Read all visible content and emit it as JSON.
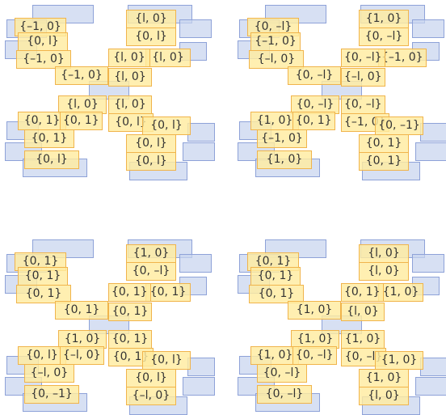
{
  "colors": {
    "yellow_fill": "#fff0b0",
    "yellow_border": "#f0b44c",
    "blue_fill": "#c8d4ee",
    "blue_border": "#8ea2d8",
    "text": "#333333"
  },
  "panels": [
    {
      "labels": [
        {
          "text": "{–1, 0}",
          "color": "yellow"
        },
        {
          "text": "{0, l}",
          "color": "yellow"
        },
        {
          "text": "{–1, 0}",
          "color": "yellow"
        },
        {
          "text": "{l, 0}",
          "color": "yellow"
        },
        {
          "text": "{0, l}",
          "color": "yellow"
        },
        {
          "text": "{l, 0}",
          "color": "yellow"
        },
        {
          "text": "{–1, 0}",
          "color": "yellow"
        },
        {
          "text": "{l, 0}",
          "color": "yellow"
        },
        {
          "text": "{l, 0}",
          "color": "yellow"
        },
        {
          "text": "{l, 0}",
          "color": "yellow"
        },
        {
          "text": "{l, 0}",
          "color": "yellow"
        },
        {
          "text": "{0, l}",
          "color": "yellow"
        },
        {
          "text": "{0, 1}",
          "color": "yellow"
        },
        {
          "text": "{0, 1}",
          "color": "yellow"
        },
        {
          "text": "{0, 1}",
          "color": "yellow"
        },
        {
          "text": "{0, l}",
          "color": "yellow"
        },
        {
          "text": "{0, l}",
          "color": "yellow"
        },
        {
          "text": "{0, l}",
          "color": "yellow"
        },
        {
          "text": "{0, l}",
          "color": "yellow"
        }
      ]
    },
    {
      "labels": [
        {
          "text": "{0, –l}",
          "color": "yellow"
        },
        {
          "text": "{–1, 0}",
          "color": "yellow"
        },
        {
          "text": "{–l, 0}",
          "color": "yellow"
        },
        {
          "text": "{1, 0}",
          "color": "yellow"
        },
        {
          "text": "{0, –l}",
          "color": "yellow"
        },
        {
          "text": "{–1, 0}",
          "color": "yellow"
        },
        {
          "text": "{0, –l}",
          "color": "yellow"
        },
        {
          "text": "{0, –l}",
          "color": "yellow"
        },
        {
          "text": "{–l, 0}",
          "color": "yellow"
        },
        {
          "text": "{0, –l}",
          "color": "yellow"
        },
        {
          "text": "{0, –l}",
          "color": "yellow"
        },
        {
          "text": "{–1, 0}",
          "color": "yellow"
        },
        {
          "text": "{1, 0}",
          "color": "yellow"
        },
        {
          "text": "{0, 1}",
          "color": "yellow"
        },
        {
          "text": "{–1, 0}",
          "color": "yellow"
        },
        {
          "text": "{0, –1}",
          "color": "yellow"
        },
        {
          "text": "{0, 1}",
          "color": "yellow"
        },
        {
          "text": "{0, 1}",
          "color": "yellow"
        },
        {
          "text": "{1, 0}",
          "color": "yellow"
        }
      ]
    },
    {
      "labels": [
        {
          "text": "{0, 1}",
          "color": "yellow"
        },
        {
          "text": "{0, 1}",
          "color": "yellow"
        },
        {
          "text": "{0, 1}",
          "color": "yellow"
        },
        {
          "text": "{1, 0}",
          "color": "yellow"
        },
        {
          "text": "{0, –l}",
          "color": "yellow"
        },
        {
          "text": "{0, 1}",
          "color": "yellow"
        },
        {
          "text": "{0, 1}",
          "color": "yellow"
        },
        {
          "text": "{0, 1}",
          "color": "yellow"
        },
        {
          "text": "{0, 1}",
          "color": "yellow"
        },
        {
          "text": "{1, 0}",
          "color": "yellow"
        },
        {
          "text": "{0, 1}",
          "color": "yellow"
        },
        {
          "text": "{0, 1}",
          "color": "yellow"
        },
        {
          "text": "{0, l}",
          "color": "yellow"
        },
        {
          "text": "{–l, 0}",
          "color": "yellow"
        },
        {
          "text": "{–l, 0}",
          "color": "yellow"
        },
        {
          "text": "{0, l}",
          "color": "yellow"
        },
        {
          "text": "{0, l}",
          "color": "yellow"
        },
        {
          "text": "{–l, 0}",
          "color": "yellow"
        },
        {
          "text": "{0, –1}",
          "color": "yellow"
        }
      ]
    },
    {
      "labels": [
        {
          "text": "{0, 1}",
          "color": "yellow"
        },
        {
          "text": "{0, 1}",
          "color": "yellow"
        },
        {
          "text": "{0, 1}",
          "color": "yellow"
        },
        {
          "text": "{l, 0}",
          "color": "yellow"
        },
        {
          "text": "{l, 0}",
          "color": "yellow"
        },
        {
          "text": "{1, 0}",
          "color": "yellow"
        },
        {
          "text": "{1, 0}",
          "color": "yellow"
        },
        {
          "text": "{0, 1}",
          "color": "yellow"
        },
        {
          "text": "{l, 0}",
          "color": "yellow"
        },
        {
          "text": "{1, 0}",
          "color": "yellow"
        },
        {
          "text": "{1, 0}",
          "color": "yellow"
        },
        {
          "text": "{0, –l}",
          "color": "yellow"
        },
        {
          "text": "{1, 0}",
          "color": "yellow"
        },
        {
          "text": "{0, –l}",
          "color": "yellow"
        },
        {
          "text": "{0, –l}",
          "color": "yellow"
        },
        {
          "text": "{1, 0}",
          "color": "yellow"
        },
        {
          "text": "{1, 0}",
          "color": "yellow"
        },
        {
          "text": "{l, 0}",
          "color": "yellow"
        },
        {
          "text": "{0, –l}",
          "color": "yellow"
        }
      ]
    }
  ]
}
